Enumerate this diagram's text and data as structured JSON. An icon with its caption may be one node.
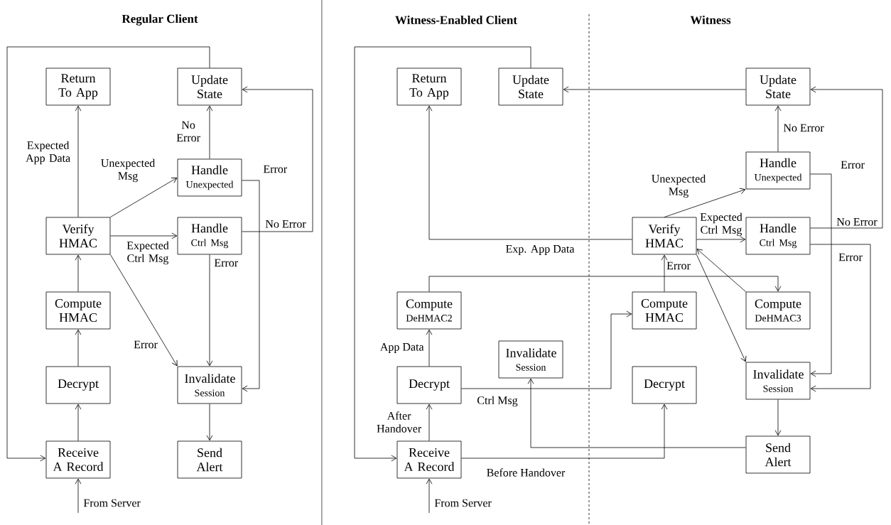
{
  "diagram": {
    "nodes": [
      {
        "text": [
          "Return To App"
        ]
      },
      {
        "text": [
          "Update State"
        ]
      },
      {
        "text": [
          "Handle",
          "Unexpected"
        ]
      },
      {
        "text": [
          "Verify HMAC"
        ]
      },
      {
        "text": [
          "Handle",
          "Ctrl Msg"
        ]
      },
      {
        "text": [
          "Compute HMAC"
        ]
      },
      {
        "text": [
          "Decrypt"
        ]
      },
      {
        "text": [
          "Invalidate",
          "Session"
        ]
      },
      {
        "text": [
          "Receive A Record"
        ]
      },
      {
        "text": [
          "Send Alert"
        ]
      },
      {
        "text": [
          "Return To App"
        ]
      },
      {
        "text": [
          "Update State"
        ]
      },
      {
        "text": [
          "Update State"
        ]
      },
      {
        "text": [
          "Handle",
          "Unexpected"
        ]
      },
      {
        "text": [
          "Verify HMAC"
        ]
      },
      {
        "text": [
          "Handle",
          "Ctrl Msg"
        ]
      },
      {
        "text": [
          "Compute",
          "DeHMAC2"
        ]
      },
      {
        "text": [
          "Compute HMAC"
        ]
      },
      {
        "text": [
          "Compute",
          "DeHMAC3"
        ]
      },
      {
        "text": [
          "Invalidate",
          "Session"
        ]
      },
      {
        "text": [
          "Decrypt"
        ]
      },
      {
        "text": [
          "Decrypt"
        ]
      },
      {
        "text": [
          "Invalidate",
          "Session"
        ]
      },
      {
        "text": [
          "Receive A Record"
        ]
      },
      {
        "text": [
          "Send Alert"
        ]
      }
    ],
    "edges": [
      {
        "from": null,
        "to": 8,
        "arrow": "to",
        "label": "From Server"
      },
      {
        "from": 8,
        "to": 6,
        "arrow": "to"
      },
      {
        "from": 6,
        "to": 5,
        "arrow": "to"
      },
      {
        "from": 5,
        "to": 3,
        "arrow": "to"
      },
      {
        "from": 3,
        "to": 0,
        "arrow": "to",
        "label": "Expected App Data"
      },
      {
        "from": 3,
        "to": 2,
        "arrow": "to",
        "label": "Unexpected Msg"
      },
      {
        "from": 3,
        "to": 4,
        "arrow": "to",
        "label": "Expected Ctrl Msg"
      },
      {
        "from": 3,
        "to": 7,
        "arrow": "to",
        "label": "Error"
      },
      {
        "from": 2,
        "to": 1,
        "arrow": "to",
        "label": "No Error"
      },
      {
        "from": 2,
        "to": 7,
        "arrow": "to",
        "label": "Error"
      },
      {
        "from": 4,
        "to": 1,
        "arrow": "to",
        "label": "No Error"
      },
      {
        "from": 4,
        "to": 7,
        "arrow": "to",
        "label": "Error"
      },
      {
        "from": 7,
        "to": 9,
        "arrow": "to"
      },
      {
        "from": 1,
        "to": 8,
        "arrow": "to"
      },
      {
        "from": null,
        "to": 23,
        "arrow": "to",
        "label": "From Server"
      },
      {
        "from": 23,
        "to": 20,
        "arrow": "to",
        "label": "After Handover"
      },
      {
        "from": 23,
        "to": 21,
        "arrow": "to",
        "label": "Before Handover"
      },
      {
        "from": 20,
        "to": 16,
        "arrow": "to",
        "label": "App Data"
      },
      {
        "from": 20,
        "to": 17,
        "arrow": "to",
        "label": "Ctrl Msg"
      },
      {
        "from": 16,
        "to": 18,
        "arrow": "to"
      },
      {
        "from": 18,
        "to": 14,
        "arrow": "to"
      },
      {
        "from": 17,
        "to": 14,
        "arrow": "to"
      },
      {
        "from": 14,
        "to": 10,
        "arrow": "to",
        "label": "Exp. App Data"
      },
      {
        "from": 14,
        "to": 13,
        "arrow": "to",
        "label": "Unexpected Msg"
      },
      {
        "from": 14,
        "to": 15,
        "arrow": "to",
        "label": "Expected Ctrl Msg"
      },
      {
        "from": 14,
        "to": 22,
        "arrow": "to",
        "label": "Error"
      },
      {
        "from": 13,
        "to": 12,
        "arrow": "to",
        "label": "No Error"
      },
      {
        "from": 13,
        "to": 22,
        "arrow": "to",
        "label": "Error"
      },
      {
        "from": 15,
        "to": 12,
        "arrow": "to",
        "label": "No Error"
      },
      {
        "from": 15,
        "to": 22,
        "arrow": "to",
        "label": "Error"
      },
      {
        "from": 22,
        "to": 24,
        "arrow": "to"
      },
      {
        "from": 24,
        "to": 19,
        "arrow": "to"
      },
      {
        "from": 12,
        "to": 11,
        "arrow": "to"
      },
      {
        "from": 11,
        "to": 23,
        "arrow": "to"
      }
    ],
    "labels": [
      "Regular Client",
      "Witness-Enabled Client",
      "Witness"
    ]
  }
}
